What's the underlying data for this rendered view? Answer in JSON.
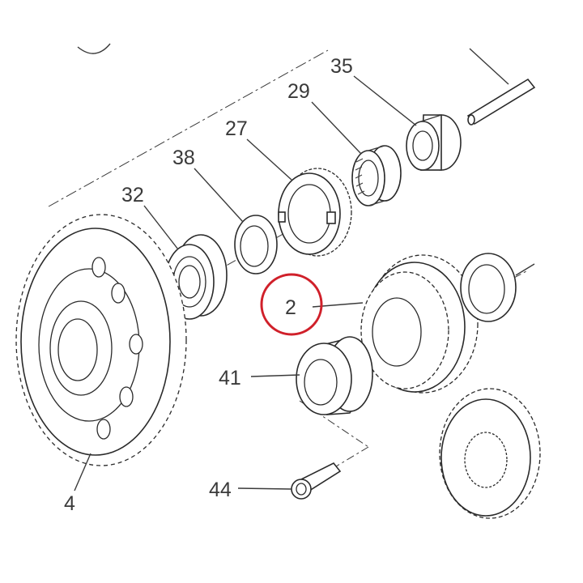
{
  "accent_color": "#d0202a",
  "callouts": [
    {
      "id": "35",
      "text": "35"
    },
    {
      "id": "29",
      "text": "29"
    },
    {
      "id": "27",
      "text": "27"
    },
    {
      "id": "38",
      "text": "38"
    },
    {
      "id": "32",
      "text": "32"
    },
    {
      "id": "2",
      "text": "2"
    },
    {
      "id": "41",
      "text": "41"
    },
    {
      "id": "44",
      "text": "44"
    },
    {
      "id": "4",
      "text": "4"
    }
  ],
  "highlighted_callout": "2"
}
